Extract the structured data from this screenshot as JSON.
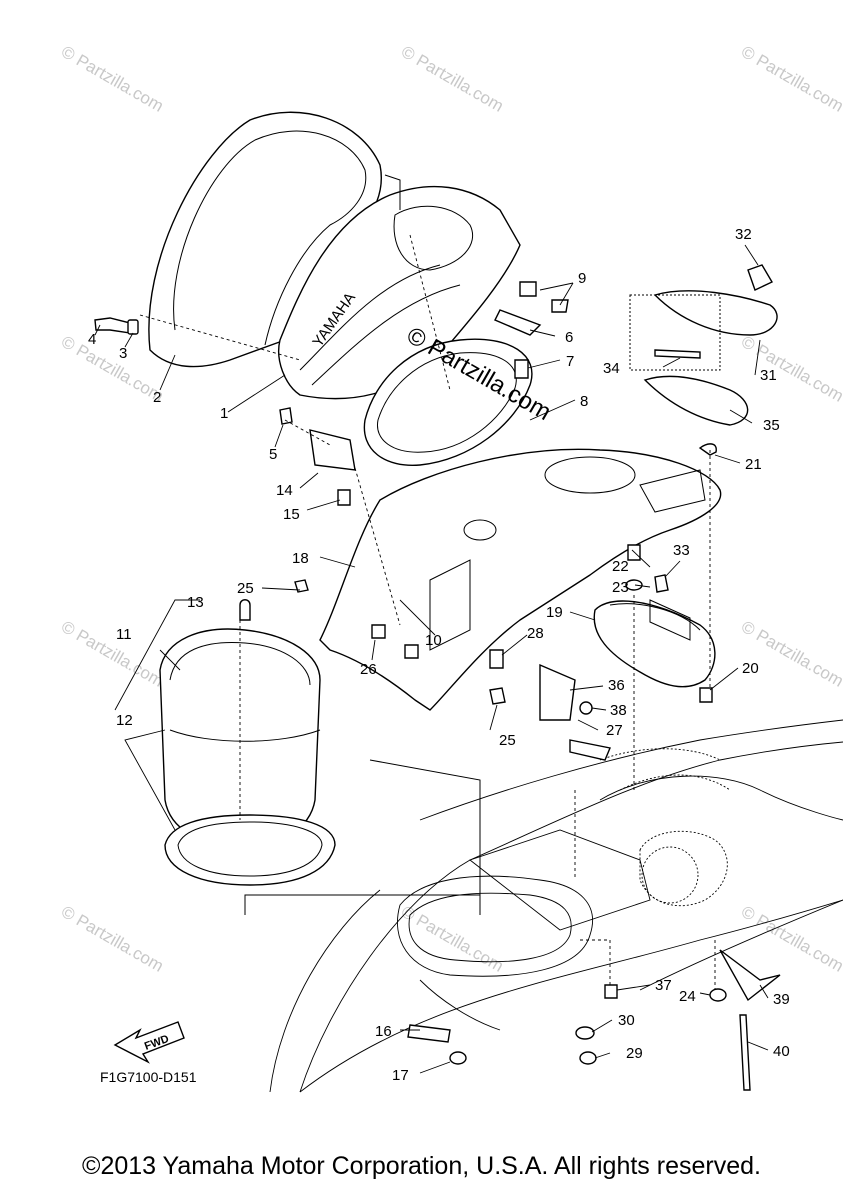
{
  "watermark": {
    "text": "© Partzilla.com",
    "stamp": "© Partzilla.com"
  },
  "callouts": [
    {
      "id": "c1",
      "label": "1"
    },
    {
      "id": "c2",
      "label": "2"
    },
    {
      "id": "c3",
      "label": "3"
    },
    {
      "id": "c4",
      "label": "4"
    },
    {
      "id": "c5",
      "label": "5"
    },
    {
      "id": "c6",
      "label": "6"
    },
    {
      "id": "c7",
      "label": "7"
    },
    {
      "id": "c8",
      "label": "8"
    },
    {
      "id": "c9",
      "label": "9"
    },
    {
      "id": "c10",
      "label": "10"
    },
    {
      "id": "c11",
      "label": "11"
    },
    {
      "id": "c12",
      "label": "12"
    },
    {
      "id": "c13",
      "label": "13"
    },
    {
      "id": "c14",
      "label": "14"
    },
    {
      "id": "c15",
      "label": "15"
    },
    {
      "id": "c16",
      "label": "16"
    },
    {
      "id": "c17",
      "label": "17"
    },
    {
      "id": "c18",
      "label": "18"
    },
    {
      "id": "c19",
      "label": "19"
    },
    {
      "id": "c20",
      "label": "20"
    },
    {
      "id": "c21",
      "label": "21"
    },
    {
      "id": "c22",
      "label": "22"
    },
    {
      "id": "c23",
      "label": "23"
    },
    {
      "id": "c24",
      "label": "24"
    },
    {
      "id": "c25a",
      "label": "25"
    },
    {
      "id": "c25b",
      "label": "25"
    },
    {
      "id": "c26",
      "label": "26"
    },
    {
      "id": "c27",
      "label": "27"
    },
    {
      "id": "c28",
      "label": "28"
    },
    {
      "id": "c29",
      "label": "29"
    },
    {
      "id": "c30",
      "label": "30"
    },
    {
      "id": "c31",
      "label": "31"
    },
    {
      "id": "c32",
      "label": "32"
    },
    {
      "id": "c33",
      "label": "33"
    },
    {
      "id": "c34",
      "label": "34"
    },
    {
      "id": "c35",
      "label": "35"
    },
    {
      "id": "c36",
      "label": "36"
    },
    {
      "id": "c37",
      "label": "37"
    },
    {
      "id": "c38",
      "label": "38"
    },
    {
      "id": "c39",
      "label": "39"
    },
    {
      "id": "c40",
      "label": "40"
    }
  ],
  "brand_on_cover": "YAMAHA",
  "fwd_label": "FWD",
  "drawing_code": "F1G7100-D151",
  "copyright": "©2013 Yamaha Motor Corporation, U.S.A. All rights reserved."
}
